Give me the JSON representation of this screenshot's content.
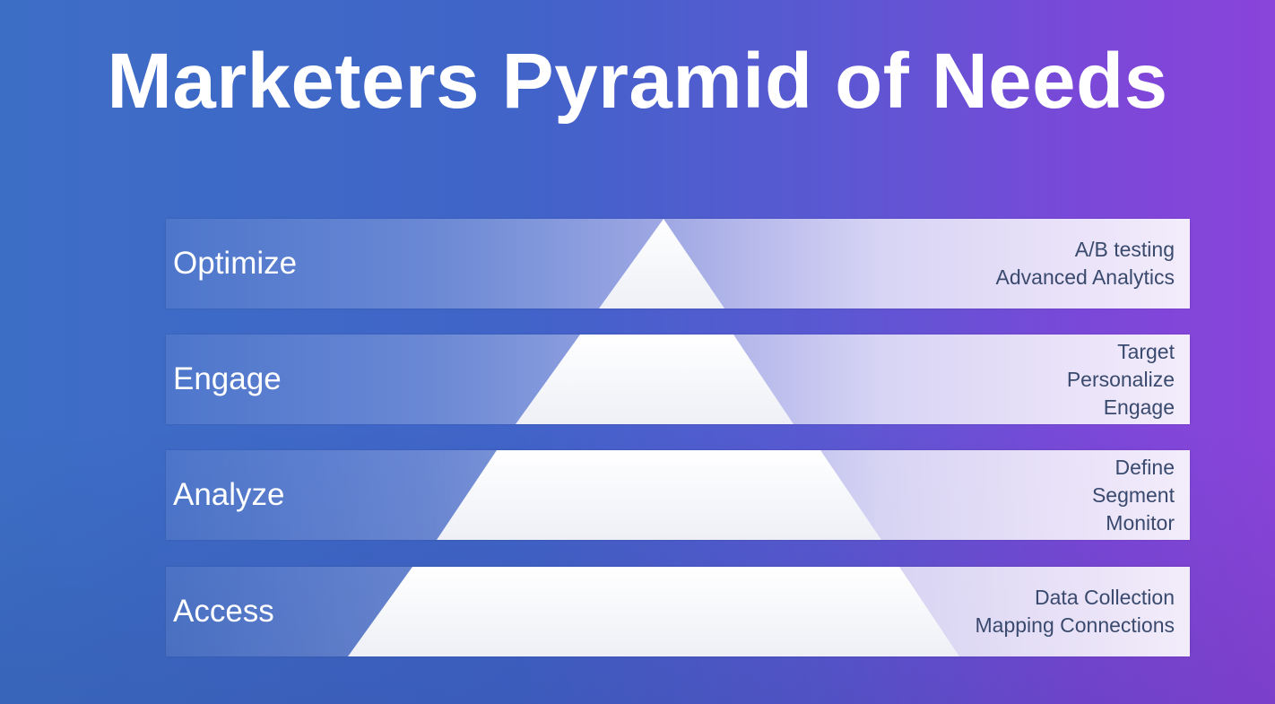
{
  "slide": {
    "title": "Marketers Pyramid of Needs",
    "colors": {
      "background_left": "#3d6ec6",
      "background_right": "#8a44da",
      "title_text": "#ffffff",
      "level_label_text": "#ffffff",
      "item_text": "#3a4a6e",
      "pyramid_fill": "#ffffff"
    }
  },
  "pyramid": {
    "levels": [
      {
        "label": "Optimize",
        "items": [
          "A/B testing",
          "Advanced Analytics"
        ]
      },
      {
        "label": "Engage",
        "items": [
          "Target",
          "Personalize",
          "Engage"
        ]
      },
      {
        "label": "Analyze",
        "items": [
          "Define",
          "Segment",
          "Monitor"
        ]
      },
      {
        "label": "Access",
        "items": [
          "Data Collection",
          "Mapping Connections"
        ]
      }
    ]
  }
}
